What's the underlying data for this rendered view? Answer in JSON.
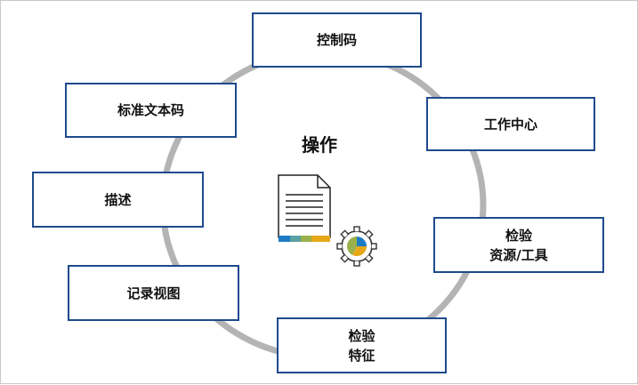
{
  "center": {
    "title": "操作"
  },
  "nodes": [
    {
      "lines": [
        "控制码"
      ]
    },
    {
      "lines": [
        "工作中心"
      ]
    },
    {
      "lines": [
        "检验",
        "资源/工具"
      ]
    },
    {
      "lines": [
        "检验",
        "特征"
      ]
    },
    {
      "lines": [
        "记录视图"
      ]
    },
    {
      "lines": [
        "描述"
      ]
    },
    {
      "lines": [
        "标准文本码"
      ]
    }
  ],
  "colors": {
    "box_border": "#1e4a8c",
    "ring": "#b4b4b4",
    "doc_bar": [
      "#1e7bc4",
      "#e6a817",
      "#5aa0a0",
      "#9ab04a",
      "#e6a817"
    ],
    "pie": [
      "#1e7bc4",
      "#e6a817",
      "#9ab04a"
    ]
  },
  "icons": [
    "document-icon",
    "gear-pie-icon"
  ]
}
